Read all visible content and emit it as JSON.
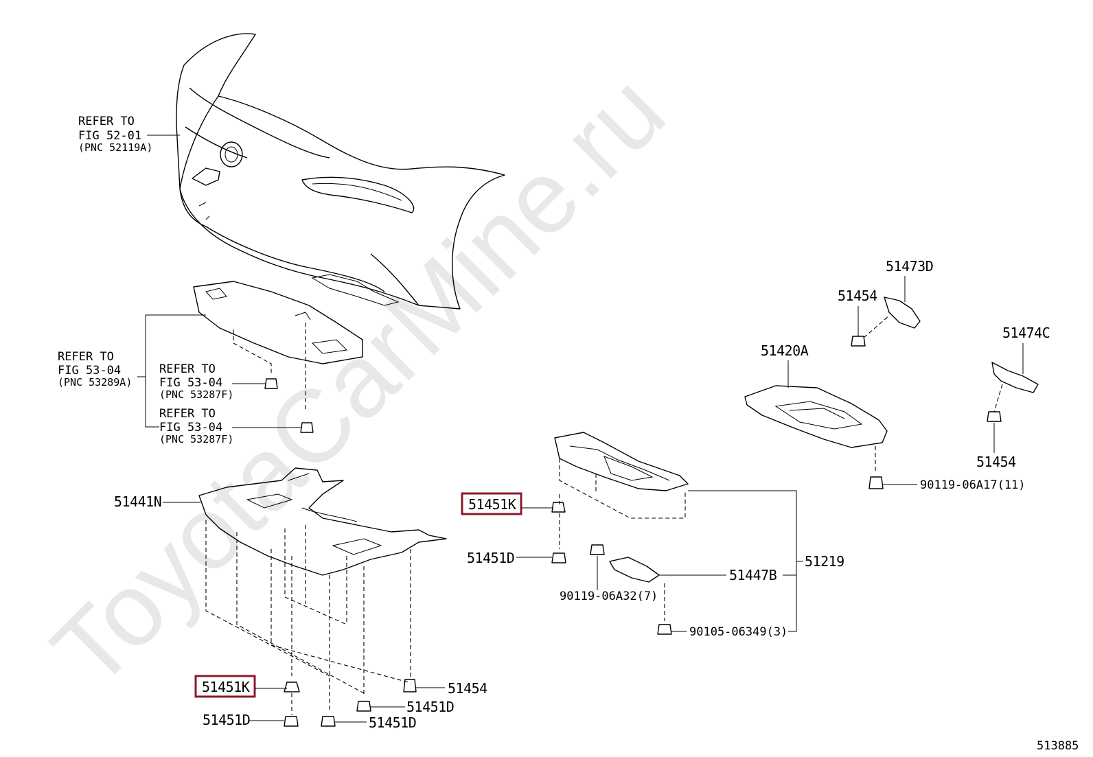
{
  "watermark": "ToyotaCarMine.ru",
  "diagram_id": "513885",
  "refs": {
    "bumper": {
      "line1": "REFER TO",
      "line2": "FIG 52-01",
      "line3": "(PNC 52119A)"
    },
    "cover": {
      "line1": "REFER TO",
      "line2": "FIG 53-04",
      "line3": "(PNC 53289A)"
    },
    "clip1": {
      "line1": "REFER TO",
      "line2": "FIG 53-04",
      "line3": "(PNC 53287F)"
    },
    "clip2": {
      "line1": "REFER TO",
      "line2": "FIG 53-04",
      "line3": "(PNC 53287F)"
    }
  },
  "labels": {
    "p51441N": "51441N",
    "p51451K_a": "51451K",
    "p51451K_b": "51451K",
    "p51451D_a": "51451D",
    "p51451D_b": "51451D",
    "p51451D_c": "51451D",
    "p51451D_d": "51451D",
    "p51454_a": "51454",
    "p51454_b": "51454",
    "p51454_c": "51454",
    "p51473D": "51473D",
    "p51474C": "51474C",
    "p51420A": "51420A",
    "p51447B": "51447B",
    "p51219": "51219",
    "p9011906A17": "90119-06A17(11)",
    "p9011906A32": "90119-06A32(7)",
    "p9010506349": "90105-06349(3)"
  },
  "highlight_color": "#8b1a2e"
}
